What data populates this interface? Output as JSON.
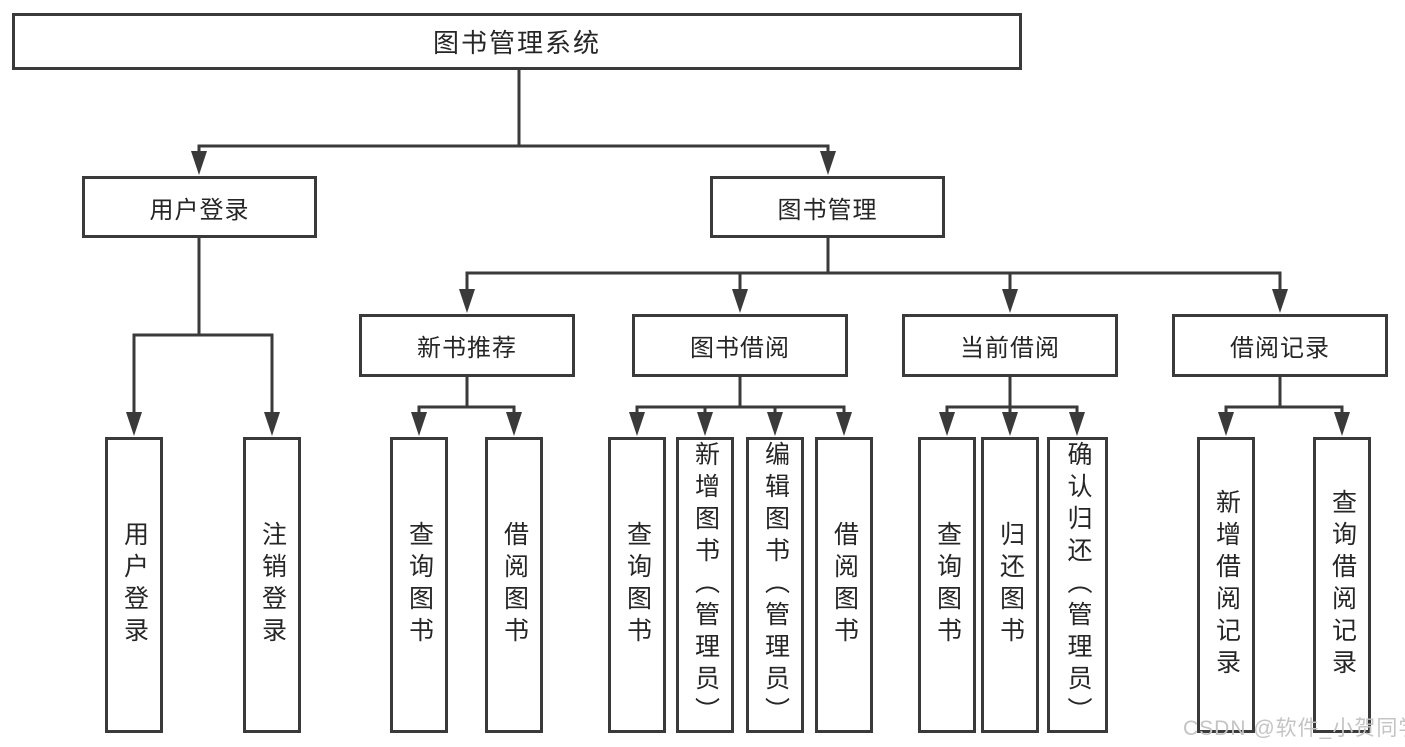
{
  "diagram": {
    "root": {
      "label": "图书管理系统"
    },
    "user_branch": {
      "label": "用户登录",
      "children": [
        {
          "label": "用户登录"
        },
        {
          "label": "注销登录"
        }
      ]
    },
    "mgmt_branch": {
      "label": "图书管理",
      "groups": [
        {
          "label": "新书推荐",
          "children": [
            {
              "label": "查询图书"
            },
            {
              "label": "借阅图书"
            }
          ]
        },
        {
          "label": "图书借阅",
          "children": [
            {
              "label": "查询图书"
            },
            {
              "label": "新增图书（管理员）"
            },
            {
              "label": "编辑图书（管理员）"
            },
            {
              "label": "借阅图书"
            }
          ]
        },
        {
          "label": "当前借阅",
          "children": [
            {
              "label": "查询图书"
            },
            {
              "label": "归还图书"
            },
            {
              "label": "确认归还（管理员）"
            }
          ]
        },
        {
          "label": "借阅记录",
          "children": [
            {
              "label": "新增借阅记录"
            },
            {
              "label": "查询借阅记录"
            }
          ]
        }
      ]
    }
  },
  "watermark": {
    "text": "CSDN @软件_小贺同学"
  },
  "colors": {
    "line": "#3a3a3a",
    "text": "#262626",
    "watermark": "#c4c4c4",
    "background": "#ffffff"
  }
}
